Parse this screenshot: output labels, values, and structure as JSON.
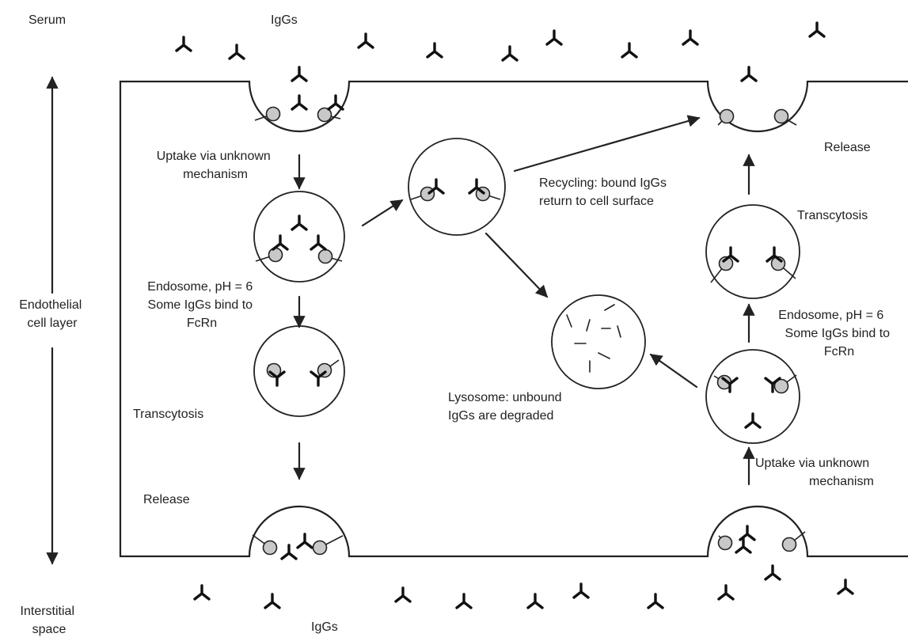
{
  "labels": {
    "serum": "Serum",
    "igg_top": "IgGs",
    "endothelial": [
      "Endothelial",
      "cell layer"
    ],
    "interstitial": [
      "Interstitial",
      "space"
    ],
    "igg_bottom": "IgGs",
    "left_uptake": [
      "Uptake via unknown",
      "mechanism"
    ],
    "left_endosome": [
      "Endosome, pH = 6",
      "Some IgGs bind to",
      "FcRn"
    ],
    "left_transcytosis": "Transcytosis",
    "left_release": "Release",
    "recycling": [
      "Recycling: bound IgGs",
      "return to cell surface"
    ],
    "lysosome": [
      "Lysosome: unbound",
      "IgGs are degraded"
    ],
    "right_release": "Release",
    "right_transcytosis": "Transcytosis",
    "right_endosome": [
      "Endosome, pH = 6",
      "Some IgGs bind to",
      "FcRn"
    ],
    "right_uptake": [
      "Uptake via unknown",
      "mechanism"
    ]
  },
  "colors": {
    "ink": "#222222",
    "receptor_fill": "#c8c8c8",
    "background": "#ffffff"
  }
}
